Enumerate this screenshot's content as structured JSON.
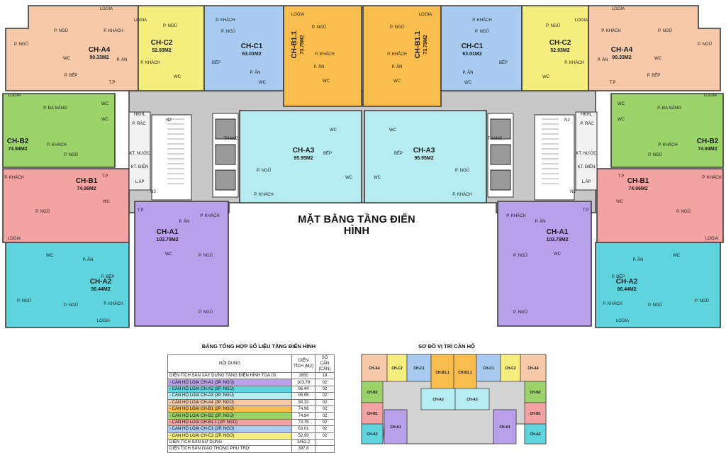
{
  "title": "MẶT BẰNG TẦNG ĐIỂN HÌNH",
  "colors": {
    "CH-A4": "#f7c9a8",
    "CH-C2": "#f5ee7e",
    "CH-C1": "#a9cbf0",
    "CH-B1.1": "#f9bd4e",
    "CH-B2": "#9bd26a",
    "CH-B1": "#f4a3a3",
    "CH-A3": "#b5ecf1",
    "CH-A1": "#b9a0ea",
    "CH-A2": "#5fd4dc",
    "corridor": "#c8c8c8",
    "wall": "#3a3a3a"
  },
  "units": [
    {
      "key": "a4l",
      "code": "CH-A4",
      "area": "90.33M2",
      "rooms": [
        "LOGIA",
        "P. KHÁCH",
        "P. NGỦ",
        "P. NGỦ",
        "P. ĂN",
        "P. BẾP",
        "WC",
        "T.P"
      ]
    },
    {
      "key": "c2l",
      "code": "CH-C2",
      "area": "52.93M2",
      "rooms": [
        "P. NGỦ",
        "P. KHÁCH",
        "LOGIA",
        "WC"
      ]
    },
    {
      "key": "c1l",
      "code": "CH-C1",
      "area": "63.01M2",
      "rooms": [
        "P. KHÁCH",
        "P. NGỦ",
        "P. ĂN",
        "BẾP",
        "WC"
      ]
    },
    {
      "key": "b11l",
      "code": "CH-B1.1",
      "area": "73.75M2",
      "rooms": [
        "P. NGỦ",
        "P. KHÁCH",
        "P. ĂN",
        "LOGIA",
        "WC"
      ]
    },
    {
      "key": "b11r",
      "code": "CH-B1.1",
      "area": "73.75M2",
      "rooms": [
        "P. NGỦ",
        "P. KHÁCH",
        "P. ĂN",
        "LOGIA",
        "WC"
      ]
    },
    {
      "key": "c1r",
      "code": "CH-C1",
      "area": "63.01M2",
      "rooms": [
        "P. KHÁCH",
        "P. NGỦ",
        "P. ĂN",
        "BẾP",
        "WC"
      ]
    },
    {
      "key": "c2r",
      "code": "CH-C2",
      "area": "52.93M2",
      "rooms": [
        "P. NGỦ",
        "P. KHÁCH",
        "LOGIA",
        "WC"
      ]
    },
    {
      "key": "a4r",
      "code": "CH-A4",
      "area": "90.33M2",
      "rooms": [
        "LOGIA",
        "P. KHÁCH",
        "P. NGỦ",
        "P. NGỦ",
        "P. ĂN",
        "P. BẾP",
        "WC",
        "T.P"
      ]
    },
    {
      "key": "b2l",
      "code": "CH-B2",
      "area": "74.94M2",
      "rooms": [
        "LOGIA",
        "P. ĐA NĂNG",
        "P. KHÁCH",
        "P. NGỦ",
        "WC",
        "WC"
      ]
    },
    {
      "key": "b2r",
      "code": "CH-B2",
      "area": "74.94M2",
      "rooms": [
        "LOGIA",
        "P. ĐA NĂNG",
        "P. KHÁCH",
        "P. NGỦ",
        "WC",
        "WC"
      ]
    },
    {
      "key": "b1l",
      "code": "CH-B1",
      "area": "74.96M2",
      "rooms": [
        "P. KHÁCH",
        "P. NGỦ",
        "LOGIA",
        "T.P",
        "WC"
      ]
    },
    {
      "key": "b1r",
      "code": "CH-B1",
      "area": "74.96M2",
      "rooms": [
        "P. KHÁCH",
        "P. NGỦ",
        "LOGIA",
        "T.P",
        "WC"
      ]
    },
    {
      "key": "a3l",
      "code": "CH-A3",
      "area": "95.95M2",
      "rooms": [
        "P. NGỦ",
        "P. KHÁCH",
        "BẾP",
        "WC",
        "WC"
      ]
    },
    {
      "key": "a3r",
      "code": "CH-A3",
      "area": "95.95M2",
      "rooms": [
        "P. NGỦ",
        "P. KHÁCH",
        "BẾP",
        "WC",
        "WC"
      ]
    },
    {
      "key": "a1l",
      "code": "CH-A1",
      "area": "103.79M2",
      "rooms": [
        "P. KHÁCH",
        "P. ĂN",
        "P. NGỦ",
        "P. NGỦ",
        "WC",
        "T.P"
      ]
    },
    {
      "key": "a1r",
      "code": "CH-A1",
      "area": "103.79M2",
      "rooms": [
        "P. KHÁCH",
        "P. ĂN",
        "P. NGỦ",
        "P. NGỦ",
        "WC",
        "T.P"
      ]
    },
    {
      "key": "a2l",
      "code": "CH-A2",
      "area": "96.44M2",
      "rooms": [
        "P. BẾP",
        "P. ĂN",
        "P. NGỦ",
        "P. NGỦ",
        "P. KHÁCH",
        "LOGIA",
        "WC"
      ]
    },
    {
      "key": "a2r",
      "code": "CH-A2",
      "area": "96.44M2",
      "rooms": [
        "P. BẾP",
        "P. ĂN",
        "P. NGỦ",
        "P. NGỦ",
        "P. KHÁCH",
        "LOGIA",
        "WC"
      ]
    }
  ],
  "core_labels": {
    "hkhl": "HKHL",
    "prac": "P. RÁC",
    "n2": "N2",
    "n3": "N3",
    "ktnuoc": "KT. NƯỚC",
    "ktdien": "KT. ĐIỆN",
    "thang": "THANG",
    "lapap": "L.ÁP"
  },
  "table": {
    "title": "BẢNG TỔNG HỢP SỐ LIỆU TẦNG ĐIỂN HÌNH",
    "headers": [
      "NỘI DUNG",
      "DIỆN TÍCH (M2)",
      "SỐ CĂN (CĂN)"
    ],
    "rows": [
      {
        "label": "DIỆN TÍCH SÀN XÂY DỰNG TẦNG ĐIỂN HÌNH TÒA 03",
        "area": "1850",
        "count": "18",
        "color": "#ffffff"
      },
      {
        "label": "- CĂN HỘ LOẠI CH-A1 (3P. NGỦ)",
        "area": "103.79",
        "count": "02",
        "color": "#b9a0ea"
      },
      {
        "label": "- CĂN HỘ LOẠI CH-A2 (3P. NGỦ)",
        "area": "96.44",
        "count": "02",
        "color": "#5fd4dc"
      },
      {
        "label": "- CĂN HỘ LOẠI CH-A3 (3P. NGỦ)",
        "area": "95.95",
        "count": "02",
        "color": "#b5ecf1"
      },
      {
        "label": "- CĂN HỘ LOẠI CH-A4 (3P. NGỦ)",
        "area": "90.33",
        "count": "02",
        "color": "#f7c9a8"
      },
      {
        "label": "- CĂN HỘ LOẠI CH-B1 (2P. NGỦ)",
        "area": "74.96",
        "count": "02",
        "color": "#f9bd4e"
      },
      {
        "label": "- CĂN HỘ LOẠI CH-B2 (2P. NGỦ)",
        "area": "74.94",
        "count": "02",
        "color": "#9bd26a"
      },
      {
        "label": "- CĂN HỘ LOẠI CH-B1.1 (2P. NGỦ)",
        "area": "73.75",
        "count": "02",
        "color": "#f4a3a3"
      },
      {
        "label": "- CĂN HỘ LOẠI CH-C1 (2P. NGỦ)",
        "area": "63.01",
        "count": "02",
        "color": "#a9cbf0"
      },
      {
        "label": "- CĂN HỘ LOẠI CH-C2 (2P. NGỦ)",
        "area": "52.93",
        "count": "02",
        "color": "#f5ee7e"
      },
      {
        "label": "DIỆN TÍCH SÀN SỬ DỤNG",
        "area": "1452.2",
        "count": "",
        "color": "#ffffff"
      },
      {
        "label": "DIỆN TÍCH SÀN GIAO THÔNG PHỤ TRỢ",
        "area": "397.8",
        "count": "",
        "color": "#ffffff"
      }
    ]
  },
  "minimap": {
    "title": "SƠ ĐỒ VỊ TRÍ CĂN HỘ",
    "labels": [
      "CH-A4",
      "CH-C2",
      "CH-C1",
      "CH-B1.1",
      "CH-B1.1",
      "CH-C1",
      "CH-C2",
      "CH-A4",
      "CH-B2",
      "CH-B2",
      "CH-A3",
      "CH-A3",
      "CH-B1",
      "CH-B1",
      "CH-A1",
      "CH-A1",
      "CH-A2",
      "CH-A2"
    ]
  }
}
